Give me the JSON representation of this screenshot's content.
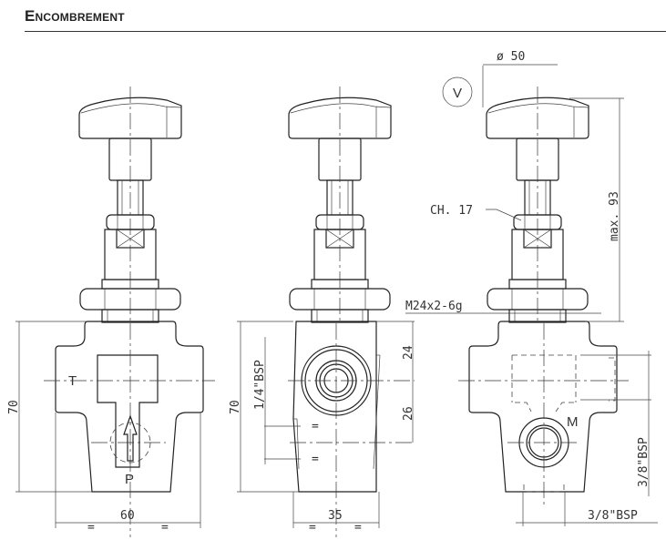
{
  "title": "Encombrement",
  "labels": {
    "t_port": "T",
    "p_port": "P",
    "m_port": "M",
    "view_marker": "V",
    "knob_diameter": "ø 50",
    "wrench_size": "CH. 17",
    "max_height": "max. 93",
    "thread": "M24x2-6g",
    "left_height": "70",
    "left_width": "60",
    "mid_port": "1/4\"BSP",
    "mid_height": "70",
    "mid_upper": "24",
    "mid_lower": "26",
    "mid_width": "35",
    "right_port_vertical": "3/8\"BSP",
    "right_port_horizontal": "3/8\"BSP",
    "equal_mark": "="
  }
}
